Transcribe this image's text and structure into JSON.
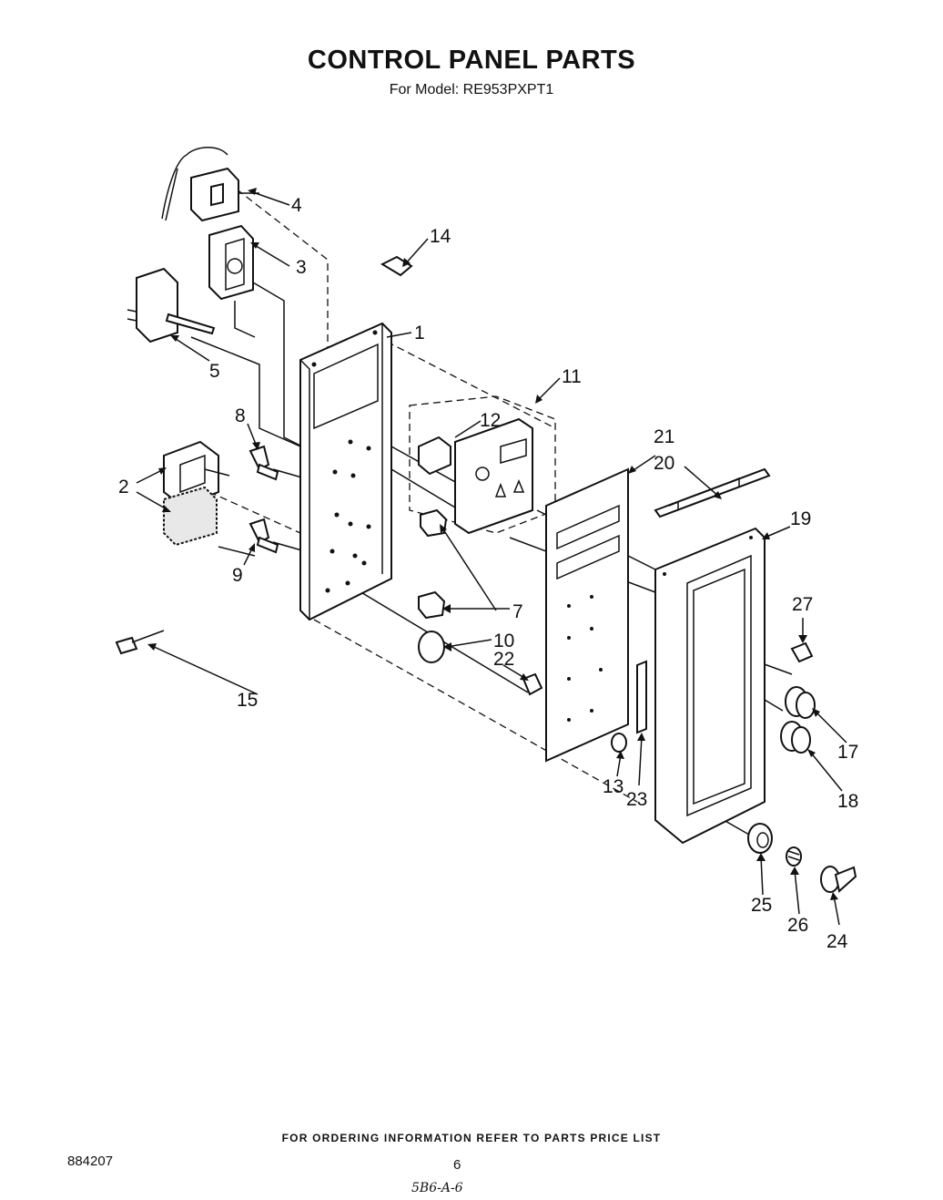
{
  "header": {
    "title": "CONTROL PANEL PARTS",
    "subtitle": "For Model: RE953PXPT1"
  },
  "callouts": [
    {
      "id": "c1",
      "text": "1"
    },
    {
      "id": "c2",
      "text": "2"
    },
    {
      "id": "c3",
      "text": "3"
    },
    {
      "id": "c4",
      "text": "4"
    },
    {
      "id": "c5",
      "text": "5"
    },
    {
      "id": "c7",
      "text": "7"
    },
    {
      "id": "c8",
      "text": "8"
    },
    {
      "id": "c9",
      "text": "9"
    },
    {
      "id": "c10",
      "text": "10"
    },
    {
      "id": "c11",
      "text": "11"
    },
    {
      "id": "c12",
      "text": "12"
    },
    {
      "id": "c13",
      "text": "13"
    },
    {
      "id": "c14",
      "text": "14"
    },
    {
      "id": "c15",
      "text": "15"
    },
    {
      "id": "c17",
      "text": "17"
    },
    {
      "id": "c18",
      "text": "18"
    },
    {
      "id": "c19",
      "text": "19"
    },
    {
      "id": "c20",
      "text": "20"
    },
    {
      "id": "c21",
      "text": "21"
    },
    {
      "id": "c22",
      "text": "22"
    },
    {
      "id": "c23",
      "text": "23"
    },
    {
      "id": "c24",
      "text": "24"
    },
    {
      "id": "c25",
      "text": "25"
    },
    {
      "id": "c26",
      "text": "26"
    },
    {
      "id": "c27",
      "text": "27"
    }
  ],
  "footer": {
    "ordering_note": "FOR ORDERING INFORMATION REFER TO PARTS PRICE LIST",
    "document_number": "884207",
    "page_number": "6",
    "handwritten_code": "5B6-A-6"
  }
}
